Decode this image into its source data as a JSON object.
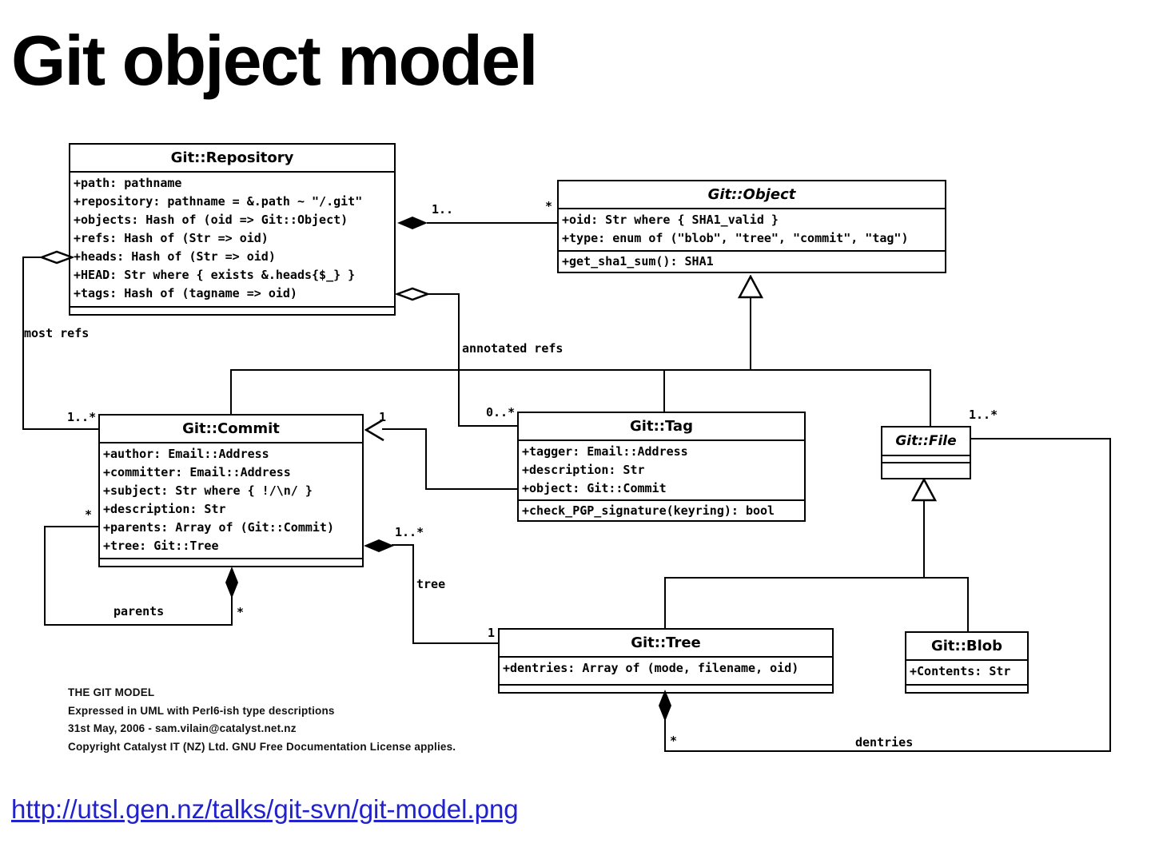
{
  "slide": {
    "title": "Git object model",
    "link": "http://utsl.gen.nz/talks/git-svn/git-model.png"
  },
  "colors": {
    "background": "#ffffff",
    "line": "#000000",
    "link": "#2222cc"
  },
  "classes": {
    "repository": {
      "name": "Git::Repository",
      "attributes": [
        "+path: pathname",
        "+repository: pathname = &.path ~ \"/.git\"",
        "+objects: Hash of (oid => Git::Object)",
        "+refs: Hash of (Str => oid)",
        "+heads: Hash of (Str => oid)",
        "+HEAD: Str where { exists &.heads{$_} }",
        "+tags: Hash of (tagname => oid)"
      ],
      "methods": []
    },
    "object": {
      "name": "Git::Object",
      "attributes": [
        "+oid: Str where { SHA1_valid }",
        "+type: enum of (\"blob\", \"tree\", \"commit\", \"tag\")"
      ],
      "methods": [
        "+get_sha1_sum(): SHA1"
      ]
    },
    "commit": {
      "name": "Git::Commit",
      "attributes": [
        "+author: Email::Address",
        "+committer: Email::Address",
        "+subject: Str where { !/\\n/ }",
        "+description: Str",
        "+parents: Array of (Git::Commit)",
        "+tree: Git::Tree"
      ],
      "methods": []
    },
    "tag": {
      "name": "Git::Tag",
      "attributes": [
        "+tagger: Email::Address",
        "+description: Str",
        "+object: Git::Commit"
      ],
      "methods": [
        "+check_PGP_signature(keyring): bool"
      ]
    },
    "file": {
      "name": "Git::File",
      "attributes": [],
      "methods": []
    },
    "tree": {
      "name": "Git::Tree",
      "attributes": [
        "+dentries: Array of (mode, filename, oid)"
      ],
      "methods": []
    },
    "blob": {
      "name": "Git::Blob",
      "attributes": [
        "+Contents: Str"
      ],
      "methods": []
    }
  },
  "edge_labels": {
    "objects_source_mult": "1..",
    "objects_target_mult": "*",
    "most_refs": "most refs",
    "most_refs_mult": "1..*",
    "annotated_refs": "annotated refs",
    "annotated_refs_mult": "0..*",
    "tag_object_mult": "1",
    "parents_source_mult": "*",
    "parents": "parents",
    "parents_target_mult": "*",
    "tree_source_mult": "1..*",
    "tree": "tree",
    "tree_target_mult": "1",
    "dentries_source_mult": "*",
    "dentries": "dentries",
    "dentries_target_mult": "1..*"
  },
  "notes": {
    "line1": "THE GIT MODEL",
    "line2": "Expressed in UML with Perl6-ish type descriptions",
    "line3": "31st May, 2006 - sam.vilain@catalyst.net.nz",
    "line4": "Copyright Catalyst IT (NZ) Ltd.  GNU Free Documentation License applies."
  }
}
